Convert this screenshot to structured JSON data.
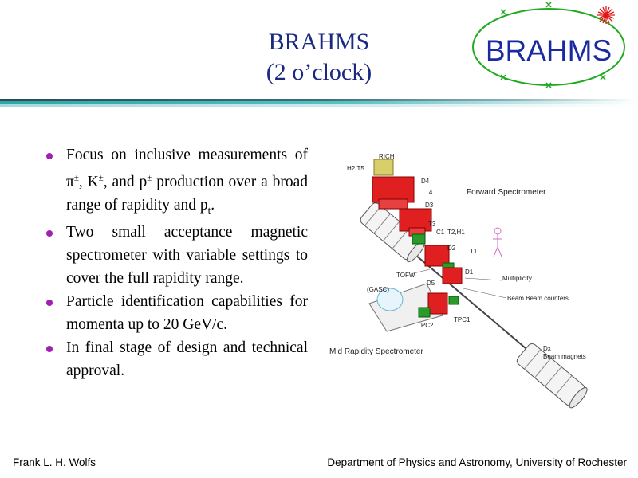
{
  "slide": {
    "title_line1": "BRAHMS",
    "title_line2": "(2 o’clock)"
  },
  "logo": {
    "text": "BRAHMS",
    "colors": {
      "text": "#1a2aa0",
      "ring": "#22aa22",
      "markers": "#22aa22",
      "burst": "#e01818"
    }
  },
  "bullets": [
    {
      "text_parts": [
        "Focus on inclusive measurements of ",
        "π",
        "±",
        ", K",
        "±",
        ", and p",
        "±",
        " production over a broad range of rapidity and p",
        "t",
        "."
      ]
    },
    {
      "text": "Two small acceptance magnetic spectrometer with variable settings to cover the full rapidity range."
    },
    {
      "text": "Particle identification capabilities for momenta up to 20 GeV/c."
    },
    {
      "text": "In final stage of design and technical approval."
    }
  ],
  "diagram": {
    "labels": {
      "h2t5": "H2,T5",
      "rich": "RICH",
      "d4": "D4",
      "t4": "T4",
      "d3": "D3",
      "t3": "T3",
      "c1": "C1",
      "t2h1": "T2,H1",
      "d2": "D2",
      "t1": "T1",
      "d1": "D1",
      "tofw": "TOFW",
      "d5": "D5",
      "gasc": "(GASC)",
      "tpc2": "TPC2",
      "tpc1": "TPC1",
      "multiplicity": "Multiplicity",
      "bbc": "Beam Beam counters",
      "forward": "Forward Spectrometer",
      "midrap": "Mid Rapidity Spectrometer",
      "dx": "Dx",
      "beam_magnets": "Beam magnets"
    }
  },
  "footer": {
    "left": "Frank L. H. Wolfs",
    "right": "Department of Physics and Astronomy, University of Rochester"
  }
}
